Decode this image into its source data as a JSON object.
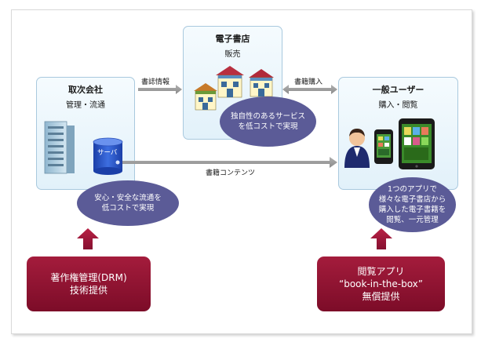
{
  "agency": {
    "title": "取次会社",
    "subtitle": "管理・流通",
    "server_label": "サーバ",
    "bubble": "安心・安全な流通を\n低コストで実現"
  },
  "store": {
    "title": "電子書店",
    "subtitle": "販売",
    "bubble": "独自性のあるサービス\nを低コストで実現"
  },
  "user": {
    "title": "一般ユーザー",
    "subtitle": "購入・閲覧",
    "bubble": "1つのアプリで\n様々な電子書店から\n購入した電子書籍を\n閲覧、一元管理"
  },
  "arrows": {
    "magazine_info": "書誌情報",
    "book_purchase": "書籍購入",
    "book_contents": "書籍コンテンツ"
  },
  "drm": {
    "label": "著作権管理(DRM)\n技術提供"
  },
  "app": {
    "label": "閲覧アプリ\n“book-in-the-box”\n無償提供"
  },
  "colors": {
    "card_border": "#a9c9de",
    "bubble": "#5b5b97",
    "red_box": "#8e1432",
    "arrow_gray": "#9b9b9b",
    "arrow_red": "#9e1a3a"
  }
}
